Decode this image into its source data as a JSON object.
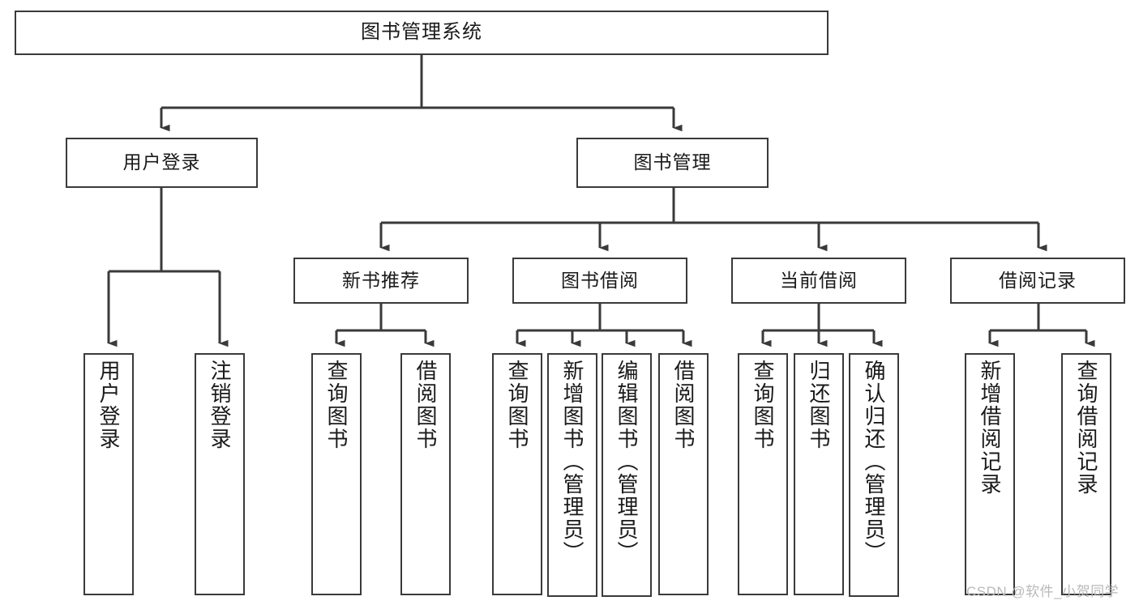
{
  "diagram": {
    "title_node": {
      "label": "图书管理系统"
    },
    "level2": [
      {
        "id": "user-login",
        "label": "用户登录"
      },
      {
        "id": "book-manage",
        "label": "图书管理"
      }
    ],
    "level3": [
      {
        "id": "new-book-recommend",
        "label": "新书推荐"
      },
      {
        "id": "book-borrow",
        "label": "图书借阅"
      },
      {
        "id": "current-borrow",
        "label": "当前借阅"
      },
      {
        "id": "borrow-record",
        "label": "借阅记录"
      }
    ],
    "leaves": [
      {
        "id": "leaf-user-login",
        "label": "用户登录"
      },
      {
        "id": "leaf-logout-login",
        "label": "注销登录"
      },
      {
        "id": "leaf-query-book-1",
        "label": "查询图书"
      },
      {
        "id": "leaf-borrow-book-1",
        "label": "借阅图书"
      },
      {
        "id": "leaf-query-book-2",
        "label": "查询图书"
      },
      {
        "id": "leaf-add-book",
        "label": "新增图书（管理员）"
      },
      {
        "id": "leaf-edit-book",
        "label": "编辑图书（管理员）"
      },
      {
        "id": "leaf-borrow-book-2",
        "label": "借阅图书"
      },
      {
        "id": "leaf-query-book-3",
        "label": "查询图书"
      },
      {
        "id": "leaf-return-book",
        "label": "归还图书"
      },
      {
        "id": "leaf-confirm-return",
        "label": "确认归还（管理员）"
      },
      {
        "id": "leaf-add-record",
        "label": "新增借阅记录"
      },
      {
        "id": "leaf-query-record",
        "label": "查询借阅记录"
      }
    ]
  },
  "watermark": {
    "text": "CSDN @软件_小贺同学"
  },
  "colors": {
    "box_border": "#3a3a3a",
    "line": "#3a3a3a",
    "text": "#1a1a1a",
    "background": "#ffffff",
    "watermark": "#b9b9b9"
  }
}
